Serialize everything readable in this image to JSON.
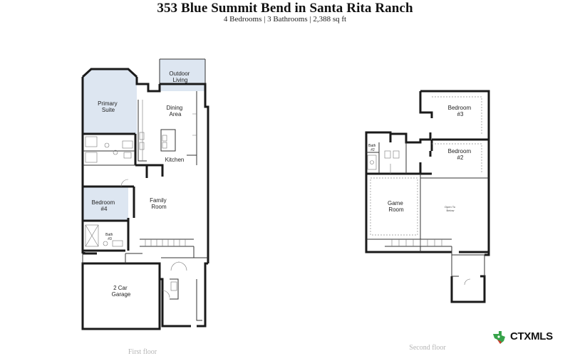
{
  "header": {
    "title": "353 Blue Summit Bend in Santa Rita Ranch",
    "subtitle": "4 Bedrooms | 3 Bathrooms | 2,388 sq ft"
  },
  "first_floor": {
    "caption": "First floor",
    "rooms": {
      "outdoor_living": [
        "Outdoor",
        "Living"
      ],
      "primary_suite": [
        "Primary",
        "Suite"
      ],
      "dining_area": [
        "Dining",
        "Area"
      ],
      "kitchen": "Kitchen",
      "family_room": [
        "Family",
        "Room"
      ],
      "bedroom4": [
        "Bedroom",
        "#4"
      ],
      "bath3": [
        "Bath",
        "#3"
      ],
      "garage": [
        "2 Car",
        "Garage"
      ]
    }
  },
  "second_floor": {
    "caption": "Second floor",
    "rooms": {
      "bedroom3": [
        "Bedroom",
        "#3"
      ],
      "bedroom2": [
        "Bedroom",
        "#2"
      ],
      "bath2": [
        "Bath",
        "#2"
      ],
      "game_room": [
        "Game",
        "Room"
      ],
      "open_to_below": [
        "Open To",
        "Below"
      ]
    }
  },
  "colors": {
    "shaded_room": "#dde6f1",
    "wall": "#1a1a1a",
    "logo_text": "#3f3f46",
    "logo_green": "#37a34a",
    "logo_red": "#d9312a"
  },
  "logo": {
    "text": "CTXMLS"
  }
}
